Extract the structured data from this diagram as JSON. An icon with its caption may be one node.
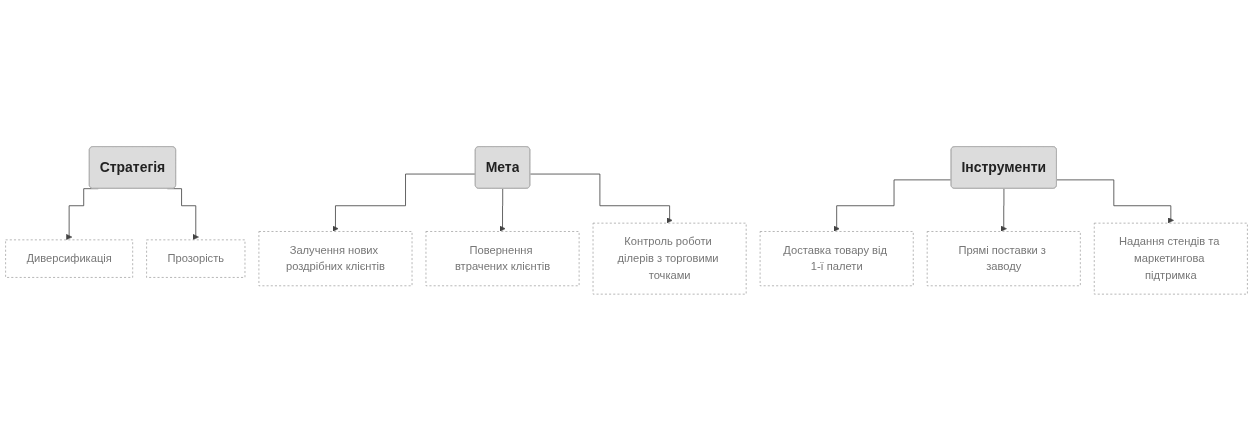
{
  "diagram": {
    "nodes": [
      {
        "text": [
          "Стратегія"
        ]
      },
      {
        "text": [
          "Диверсификація"
        ]
      },
      {
        "text": [
          "Прозорість"
        ]
      },
      {
        "text": [
          "Мета"
        ]
      },
      {
        "text": [
          "Залучення нових роздрібних клієнтів"
        ]
      },
      {
        "text": [
          "Повернення втрачених клієнтів"
        ]
      },
      {
        "text": [
          "Контроль роботи ділерів з торговими точками"
        ]
      },
      {
        "text": [
          "Інструменти"
        ]
      },
      {
        "text": [
          "Доставка товару від 1-ї палети"
        ]
      },
      {
        "text": [
          "Прямі поставки з заводу"
        ]
      },
      {
        "text": [
          "Надання стендів та маркетингова підтримка"
        ]
      }
    ],
    "edges": [
      {
        "from": 0,
        "to": 1,
        "arrow": "to"
      },
      {
        "from": 0,
        "to": 2,
        "arrow": "to"
      },
      {
        "from": 3,
        "to": 4,
        "arrow": "to"
      },
      {
        "from": 3,
        "to": 5,
        "arrow": "to"
      },
      {
        "from": 3,
        "to": 6,
        "arrow": "to"
      },
      {
        "from": 7,
        "to": 8,
        "arrow": "to"
      },
      {
        "from": 7,
        "to": 9,
        "arrow": "to"
      },
      {
        "from": 7,
        "to": 10,
        "arrow": "to"
      }
    ]
  }
}
